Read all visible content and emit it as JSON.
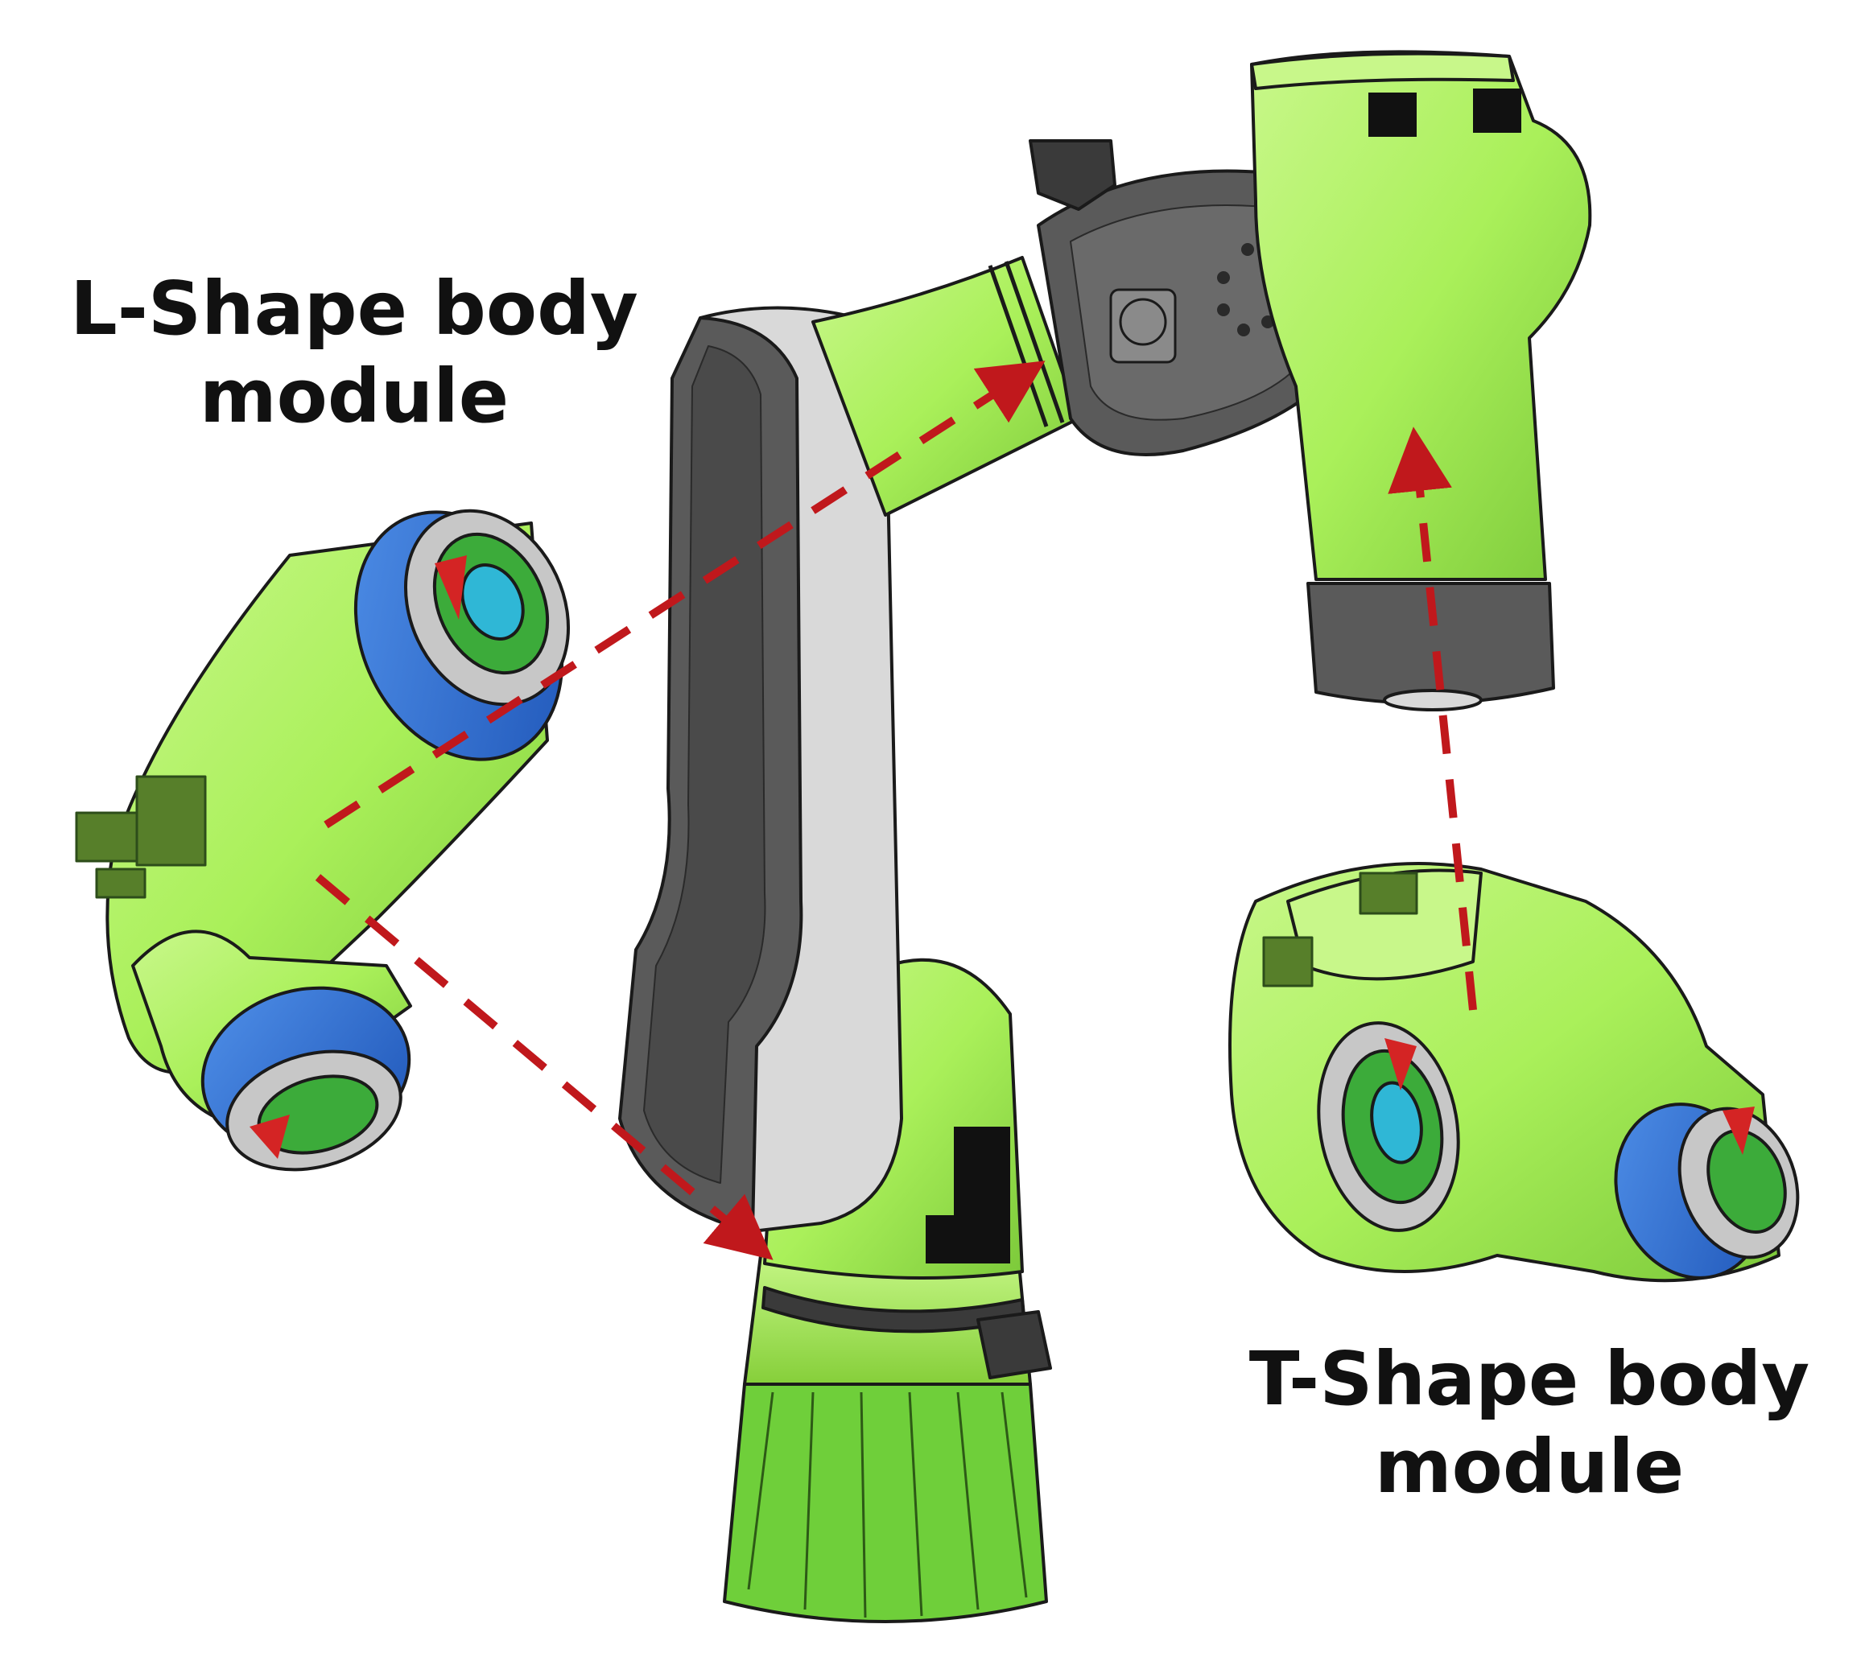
{
  "labels": {
    "l_shape": {
      "line1": "L-Shape body",
      "line2": "module"
    },
    "t_shape": {
      "line1": "T-Shape body",
      "line2": "module"
    }
  },
  "colors": {
    "body_green": "#aaf05a",
    "body_green_dark": "#86cf3a",
    "base_green": "#6fcf3a",
    "joint_blue": "#2f6fd6",
    "link_gray": "#5a5a5a",
    "link_light_gray": "#d9d9d9",
    "dashed_red": "#c0181c",
    "outline": "#1a1a1a"
  },
  "icons": [
    "robot-arm",
    "l-shape-module",
    "t-shape-module",
    "red-dashed-arrow"
  ]
}
